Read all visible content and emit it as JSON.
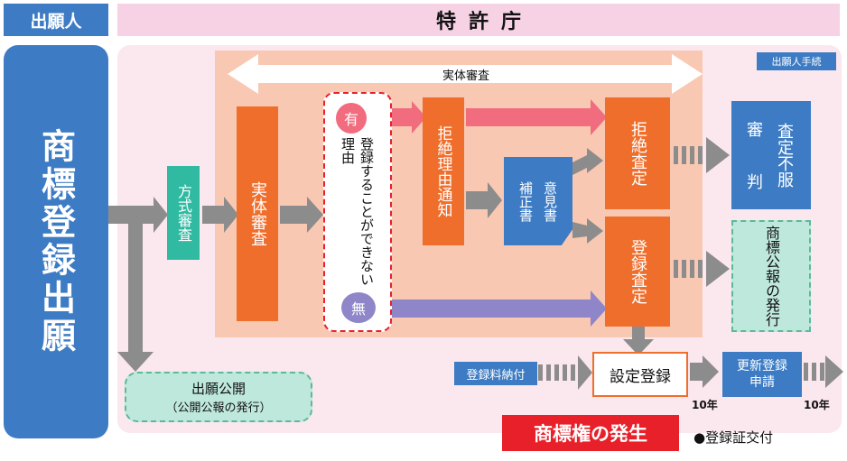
{
  "header": {
    "applicant": "出願人",
    "office": "特許庁"
  },
  "left": {
    "application": "商標登録出願"
  },
  "tag": {
    "procedure": "出願人手続"
  },
  "top_arrow": {
    "label": "実体審査"
  },
  "boxes": {
    "formal": "方式審査",
    "substantive": "実体審査",
    "reason": "登録することができない理由",
    "yes": "有",
    "no": "無",
    "refusal_notice": "拒絶理由通知",
    "opinion": "意見書",
    "amendment": "補正書",
    "refusal_decision": "拒絶査定",
    "registration_decision": "登録査定",
    "appeal_line1": "審",
    "appeal_line2": "判",
    "appeal_line3": "査定不服",
    "gazette": "商標公報の発行",
    "publication_title": "出願公開",
    "publication_sub": "（公開公報の発行）",
    "fee": "登録料納付",
    "set_registration": "設定登録",
    "renewal": "更新登録申請",
    "year1": "10年",
    "year2": "10年",
    "rights": "商標権の発生",
    "certificate": "●登録証交付"
  },
  "colors": {
    "orange": "#f06e2c",
    "blue": "#3d7cc4",
    "teal": "#2fbaa1",
    "red": "#e8202a",
    "pink_arrow": "#f06c7e",
    "purple_arrow": "#8e86c9"
  }
}
